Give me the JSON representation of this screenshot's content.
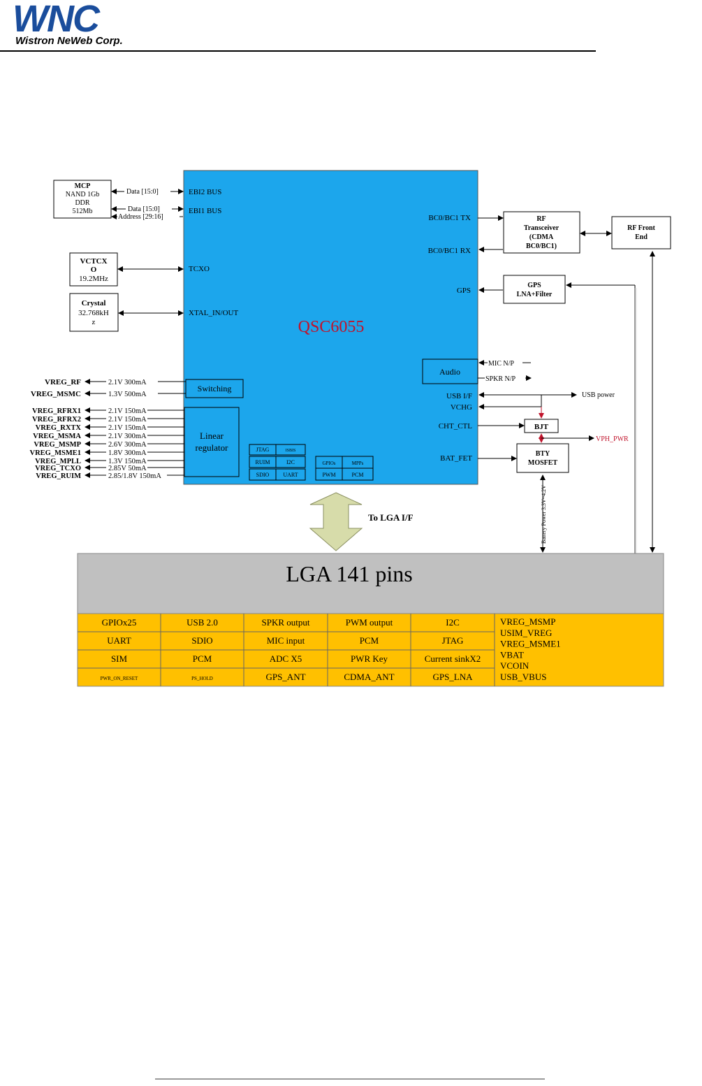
{
  "header": {
    "logo_text": "WNC",
    "company": "Wistron NeWeb Corp."
  },
  "chip": {
    "name": "QSC6055",
    "left_ports": {
      "ebi2": "EBI2 BUS",
      "ebi1": "EBI1 BUS",
      "tcxo": "TCXO",
      "xtal": "XTAL_IN/OUT"
    },
    "right_ports": {
      "tx": "BC0/BC1 TX",
      "rx": "BC0/BC1 RX",
      "gps": "GPS",
      "usb": "USB I/F",
      "vchg": "VCHG",
      "cht_ctl": "CHT_CTL",
      "bat_fet": "BAT_FET"
    },
    "switching": "Switching",
    "linear_regulator": [
      "Linear",
      "regulator"
    ],
    "audio": "Audio",
    "sub_blocks": [
      "JTAG",
      "ISBIS",
      "RUIM",
      "I2C",
      "SDIO",
      "UART",
      "GPIOs",
      "MPPs",
      "PWM",
      "PCM"
    ]
  },
  "external": {
    "mcp": [
      "MCP",
      "NAND 1Gb",
      "DDR",
      "512Mb"
    ],
    "vctcxo": [
      "VCTCX",
      "O",
      "19.2MHz"
    ],
    "crystal": [
      "Crystal",
      "32.768kH",
      "z"
    ],
    "rf_transceiver": [
      "RF",
      "Transceiver",
      "(CDMA",
      "BC0/BC1)"
    ],
    "rf_front_end": [
      "RF Front",
      "End"
    ],
    "gps_lna": [
      "GPS",
      "LNA+Filter"
    ],
    "bjt": "BJT",
    "bty_mosfet": [
      "BTY",
      "MOSFET"
    ]
  },
  "signals": {
    "data_ebi2": "Data [15:0]",
    "data_ebi1": "Data [15:0]",
    "address": "Address [29:16]",
    "mic": "MIC N/P",
    "spkr": "SPKR N/P",
    "usb_power": "USB power",
    "vph_pwr": "VPH_PWR",
    "battery_power": "Battery Power 3.3V~4.2V",
    "to_lga": "To LGA I/F"
  },
  "regulators": [
    {
      "name": "VREG_RF",
      "spec": "2.1V 300mA"
    },
    {
      "name": "VREG_MSMC",
      "spec": "1.3V 500mA"
    },
    {
      "name": "VREG_RFRX1",
      "spec": "2.1V 150mA"
    },
    {
      "name": "VREG_RFRX2",
      "spec": "2.1V 150mA"
    },
    {
      "name": "VREG_RXTX",
      "spec": "2.1V 150mA"
    },
    {
      "name": "VREG_MSMA",
      "spec": "2.1V 300mA"
    },
    {
      "name": "VREG_MSMP",
      "spec": "2.6V 300mA"
    },
    {
      "name": "VREG_MSME1",
      "spec": "1.8V 300mA"
    },
    {
      "name": "VREG_MPLL",
      "spec": "1.3V 150mA"
    },
    {
      "name": "VREG_TCXO",
      "spec": "2.85V 50mA"
    },
    {
      "name": "VREG_RUIM",
      "spec": "2.85/1.8V 150mA"
    }
  ],
  "lga": {
    "title": "LGA 141 pins",
    "rows": [
      [
        "GPIOx25",
        "USB 2.0",
        "SPKR output",
        "PWM output",
        "I2C"
      ],
      [
        "UART",
        "SDIO",
        "MIC input",
        "PCM",
        "JTAG"
      ],
      [
        "SIM",
        "PCM",
        "ADC X5",
        "PWR Key",
        "Current sinkX2"
      ],
      [
        "PWR_ON_RESET",
        "PS_HOLD",
        "GPS_ANT",
        "CDMA_ANT",
        "GPS_LNA"
      ]
    ],
    "power_pins": [
      "VREG_MSMP",
      "USIM_VREG",
      "VREG_MSME1",
      "VBAT",
      "VCOIN",
      "USB_VBUS"
    ]
  },
  "colors": {
    "chip_fill": "#1ca6ec",
    "chip_title": "#c0132b",
    "lga_header": "#c0c0c0",
    "lga_table": "#ffc000",
    "logo": "#1a4d9c",
    "vph": "#c0132b",
    "red_arrow": "#c0132b"
  }
}
